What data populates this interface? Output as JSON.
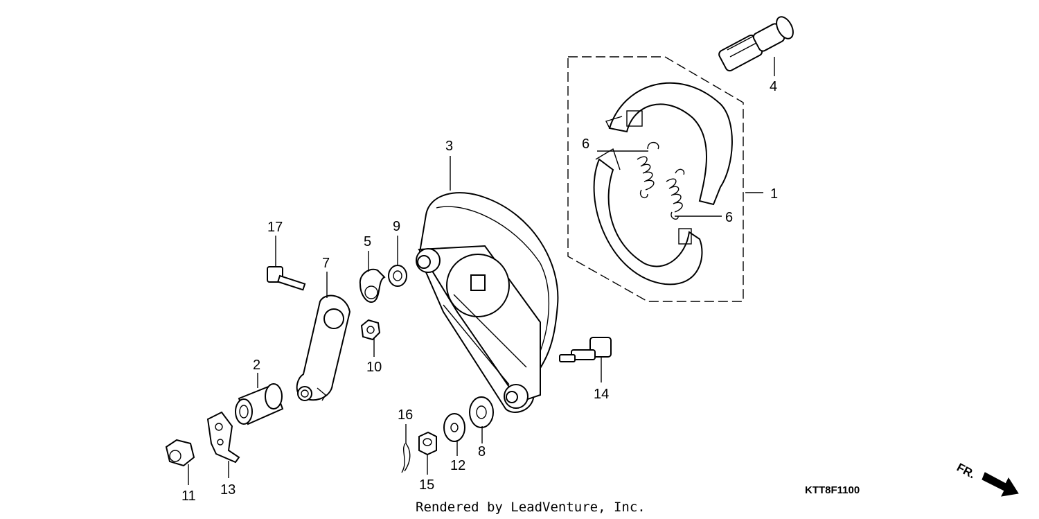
{
  "diagram": {
    "code": "KTT8F1100",
    "credit": "Rendered by LeadVenture, Inc.",
    "front_marker": "FR.",
    "callouts": [
      {
        "id": "1",
        "label": "1"
      },
      {
        "id": "2",
        "label": "2"
      },
      {
        "id": "3",
        "label": "3"
      },
      {
        "id": "4",
        "label": "4"
      },
      {
        "id": "5",
        "label": "5"
      },
      {
        "id": "6a",
        "label": "6"
      },
      {
        "id": "6b",
        "label": "6"
      },
      {
        "id": "7",
        "label": "7"
      },
      {
        "id": "8",
        "label": "8"
      },
      {
        "id": "9",
        "label": "9"
      },
      {
        "id": "10",
        "label": "10"
      },
      {
        "id": "11",
        "label": "11"
      },
      {
        "id": "12",
        "label": "12"
      },
      {
        "id": "13",
        "label": "13"
      },
      {
        "id": "14",
        "label": "14"
      },
      {
        "id": "15",
        "label": "15"
      },
      {
        "id": "16",
        "label": "16"
      },
      {
        "id": "17",
        "label": "17"
      }
    ]
  }
}
